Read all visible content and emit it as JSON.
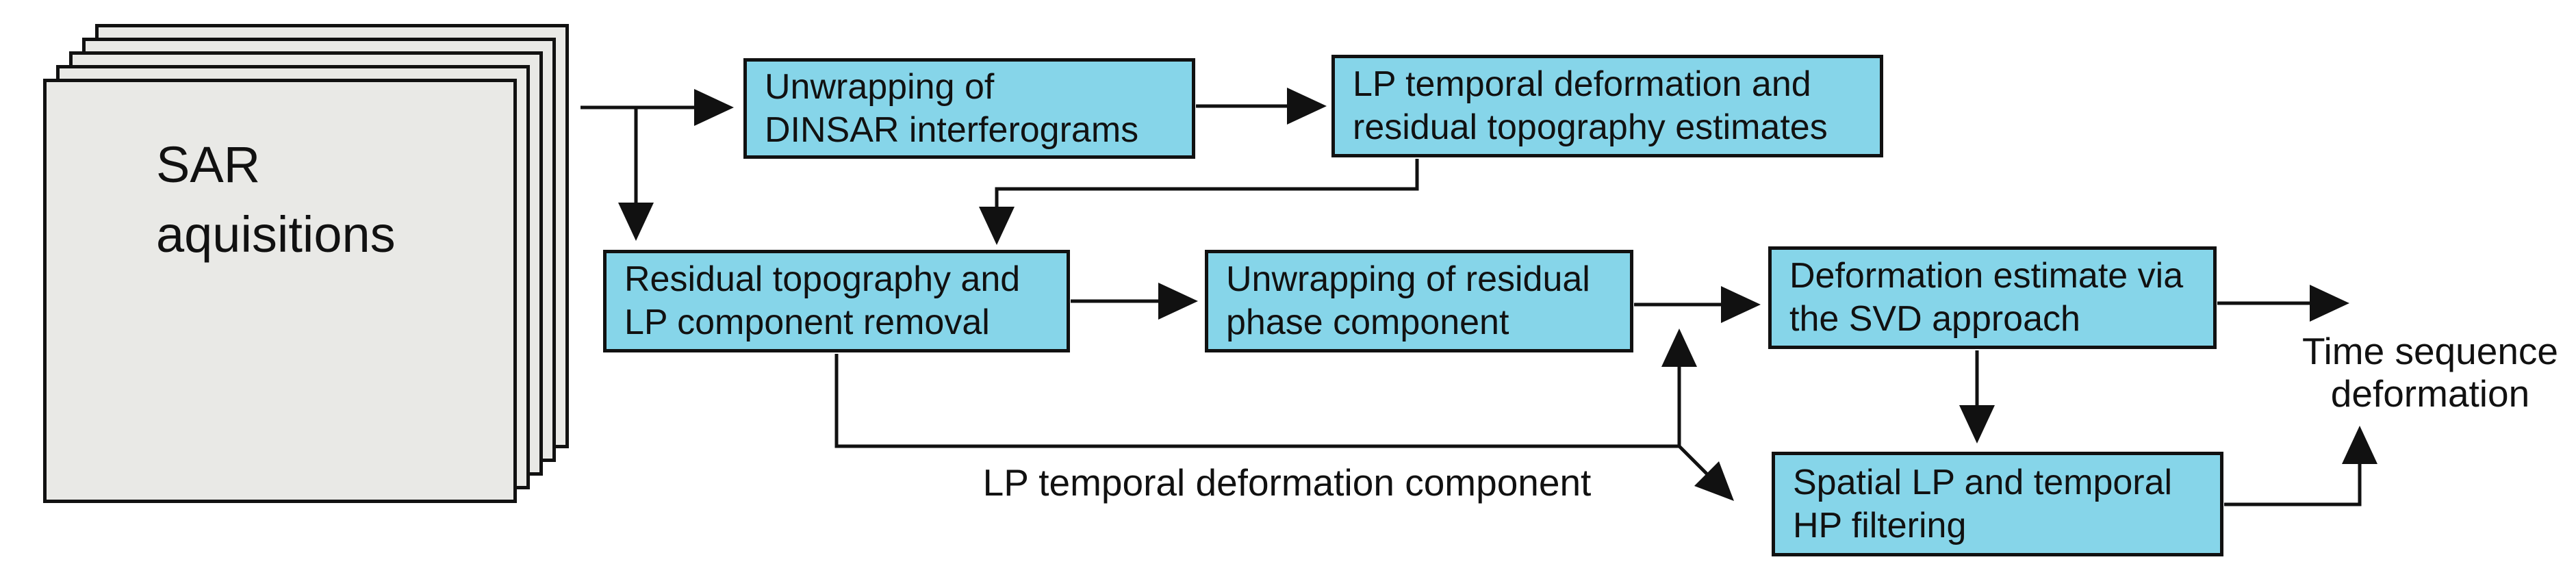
{
  "colors": {
    "box_fill": "#86d5e9",
    "box_border": "#111111",
    "sheet_fill": "#e9e9e6",
    "line_color": "#111111",
    "text_color": "#111111",
    "background": "#ffffff"
  },
  "source_stack": {
    "label": "SAR\naquisitions"
  },
  "boxes": [
    {
      "id": "unwrap-dinsar",
      "label": "Unwrapping of\nDINSAR interferograms"
    },
    {
      "id": "lp-estimates",
      "label": "LP temporal deformation and\nresidual topography estimates"
    },
    {
      "id": "residual-removal",
      "label": "Residual topography and\nLP component removal"
    },
    {
      "id": "unwrap-residual",
      "label": "Unwrapping of residual\nphase component"
    },
    {
      "id": "svd-estimate",
      "label": "Deformation estimate via\nthe SVD approach"
    },
    {
      "id": "spatial-filter",
      "label": "Spatial LP and temporal\nHP filtering"
    }
  ],
  "labels": {
    "feedback": "LP temporal deformation component",
    "output": "Time sequence\ndeformation"
  }
}
